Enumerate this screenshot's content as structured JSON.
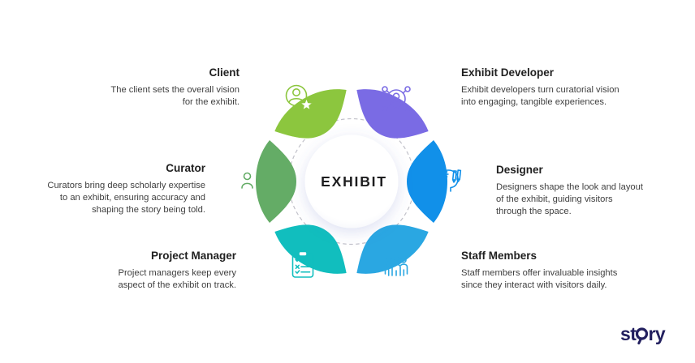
{
  "hub": {
    "label": "EXHIBIT"
  },
  "brand": {
    "logo_text_start": "st",
    "logo_text_end": "ry",
    "color": "#23205F"
  },
  "diagram": {
    "dashed_ring_color": "#c2c2ca",
    "hub_fill": "#ffffff"
  },
  "roles": [
    {
      "id": "client",
      "title": "Client",
      "description": "The client sets the overall vision\nfor the exhibit.",
      "color": "#8CC63E",
      "icon": "person-with-star-icon"
    },
    {
      "id": "exhibit-developer",
      "title": "Exhibit Developer",
      "description": "Exhibit developers turn curatorial vision\ninto engaging, tangible experiences.",
      "color": "#7A6BE4",
      "icon": "networked-person-icon"
    },
    {
      "id": "curator",
      "title": "Curator",
      "description": "Curators bring deep scholarly expertise\nto an exhibit, ensuring accuracy and\nshaping the story being told.",
      "color": "#64AC66",
      "icon": "person-with-artifact-icon"
    },
    {
      "id": "designer",
      "title": "Designer",
      "description": "Designers shape the look and layout\nof the exhibit, guiding visitors\nthrough the space.",
      "color": "#1190E9",
      "icon": "head-gear-pencils-icon"
    },
    {
      "id": "project-manager",
      "title": "Project Manager",
      "description": "Project managers keep every\naspect of the exhibit on track.",
      "color": "#11BEBE",
      "icon": "checklist-clipboard-icon"
    },
    {
      "id": "staff-members",
      "title": "Staff Members",
      "description": "Staff members offer invaluable insights\nsince they interact with visitors daily.",
      "color": "#2AA7E2",
      "icon": "people-group-icon"
    }
  ]
}
